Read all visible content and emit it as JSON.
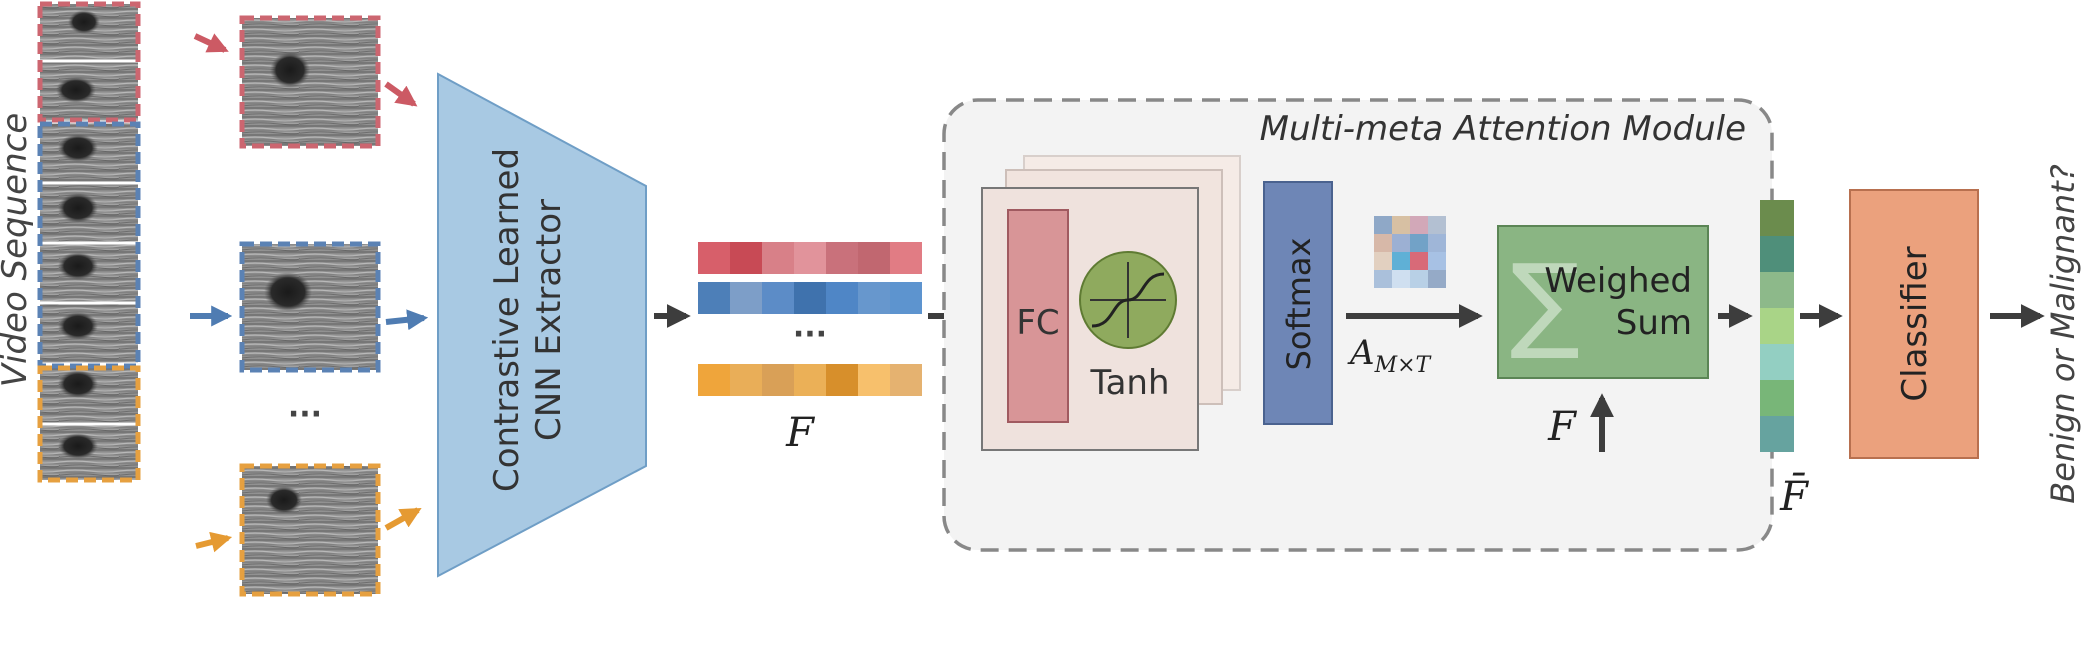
{
  "labels": {
    "video_sequence": "Video Sequence",
    "extractor_line1": "Contrastive Learned",
    "extractor_line2": "CNN Extractor",
    "feature_symbol": "F",
    "ellipsis": "···",
    "module_title": "Multi-meta Attention Module",
    "fc": "FC",
    "tanh": "Tanh",
    "softmax": "Softmax",
    "attention_symbol": "A",
    "attention_subscript": "M×T",
    "weighed_line1": "Weighed",
    "weighed_line2": "Sum",
    "sigma": "∑",
    "feature_input_symbol": "F",
    "pooled_symbol": "F̄",
    "classifier": "Classifier",
    "output": "Benign or Malignant?"
  },
  "colors": {
    "red": "#cc6670",
    "blue": "#5b82b4",
    "orange": "#e6a040",
    "extractor": "#a8c9e3",
    "fc": "#d89597",
    "tanh": "#8faa5e",
    "softmax": "#6e86b6",
    "weighed": "#8ab583",
    "classifier": "#eba17d",
    "module_bg": "#f3f3f3"
  },
  "icons": [
    "arrow-icon",
    "tanh-curve-icon",
    "sigma-icon",
    "attention-matrix-icon"
  ],
  "features": {
    "red": [
      "#d75f6a",
      "#c84a55",
      "#d88088",
      "#e1939b",
      "#c9717b",
      "#c16770",
      "#e17c84"
    ],
    "blue": [
      "#4d7fb8",
      "#7d9ec8",
      "#5c8cc7",
      "#3f72ad",
      "#4f86c6",
      "#6797cd",
      "#5d94cf"
    ],
    "orange": [
      "#efa53b",
      "#e9ae58",
      "#d9a057",
      "#ebb057",
      "#d78f2b",
      "#f7c06c",
      "#e5b270"
    ]
  },
  "attention_matrix": [
    [
      "#8fa8c7",
      "#d7c0a3",
      "#d2a8b8",
      "#b3c0d2"
    ],
    [
      "#d7b8a8",
      "#9cb0d3",
      "#72a2c7",
      "#9fb6d8"
    ],
    [
      "#e2d0c0",
      "#5fb0d6",
      "#d86a78",
      "#a7c1e4"
    ],
    [
      "#aac0db",
      "#cfdff0",
      "#b8d0e6",
      "#95aac7"
    ]
  ],
  "pooled_feature": [
    "#6b8c4d",
    "#4f8f7a",
    "#8db98a",
    "#a9d487",
    "#93cfc2",
    "#78b678",
    "#66a39f"
  ]
}
